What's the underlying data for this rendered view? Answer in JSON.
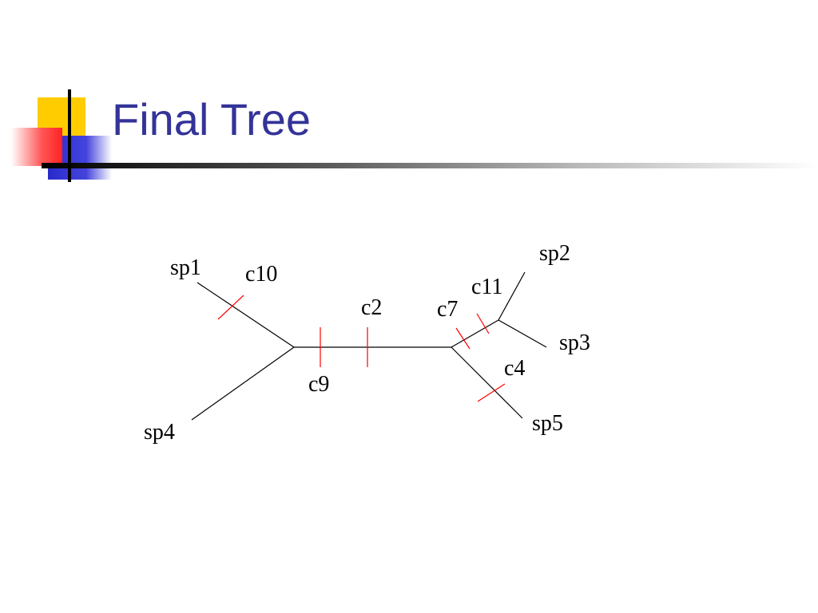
{
  "slide": {
    "title": "Final Tree"
  },
  "tree": {
    "leaves": {
      "sp1": "sp1",
      "sp2": "sp2",
      "sp3": "sp3",
      "sp4": "sp4",
      "sp5": "sp5"
    },
    "characters": {
      "c10": "c10",
      "c2": "c2",
      "c9": "c9",
      "c7": "c7",
      "c11": "c11",
      "c4": "c4"
    }
  },
  "colors": {
    "title": "#333399",
    "branch": "#000000",
    "character_tick": "#ff0000",
    "logo_yellow": "#ffcc00",
    "logo_red": "#ff3333",
    "logo_blue": "#3333cc"
  }
}
